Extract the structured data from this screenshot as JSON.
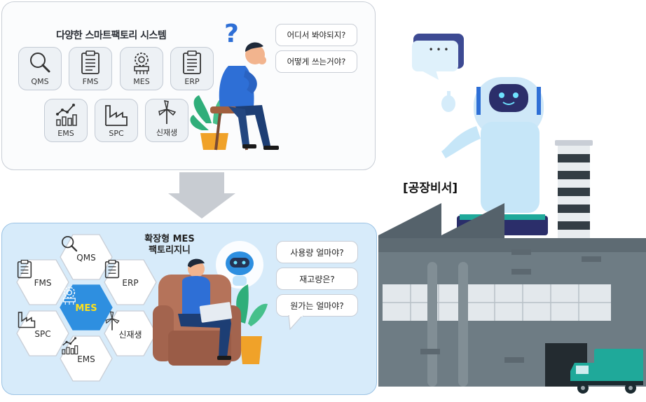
{
  "top_panel": {
    "title": "다양한 스마트팩토리 시스템",
    "systems": [
      {
        "label": "QMS",
        "icon": "magnifier-icon"
      },
      {
        "label": "FMS",
        "icon": "clipboard-icon"
      },
      {
        "label": "MES",
        "icon": "chip-gear-icon"
      },
      {
        "label": "ERP",
        "icon": "clipboard-icon"
      },
      {
        "label": "EMS",
        "icon": "bar-chart-icon"
      },
      {
        "label": "SPC",
        "icon": "factory-icon"
      },
      {
        "label": "신재생",
        "icon": "wind-turbine-icon"
      }
    ],
    "question_icon": "?",
    "bubbles": [
      "어디서 봐야되지?",
      "어떻게 쓰는거야?"
    ]
  },
  "arrow_icon": "down-arrow-icon",
  "bottom_panel": {
    "title_line1": "확장형 MES",
    "title_line2": "팩토리지니",
    "hexes": [
      {
        "label": "QMS",
        "icon": "magnifier-icon"
      },
      {
        "label": "FMS",
        "icon": "clipboard-icon"
      },
      {
        "label": "ERP",
        "icon": "clipboard-icon"
      },
      {
        "label": "MES",
        "icon": "chip-gear-icon"
      },
      {
        "label": "SPC",
        "icon": "factory-icon"
      },
      {
        "label": "신재생",
        "icon": "wind-turbine-icon"
      },
      {
        "label": "EMS",
        "icon": "bar-chart-icon"
      }
    ],
    "questions": [
      "사용량 얼마야?",
      "재고량은?",
      "원가는 얼마야?"
    ]
  },
  "factory": {
    "label": "[공장비서]",
    "robot_bubble": "• • •"
  },
  "colors": {
    "accent_blue": "#2e8fe0",
    "panel_bottom_bg": "#d7ebfa",
    "factory_gray": "#6e7c84",
    "truck_teal": "#1fa99a"
  }
}
